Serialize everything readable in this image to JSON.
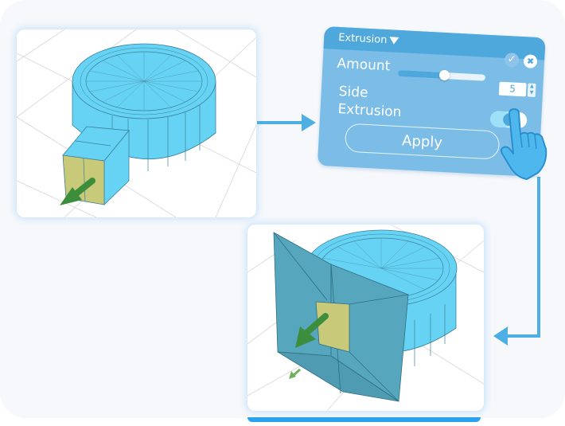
{
  "panel": {
    "title": "Extrusion",
    "dropdown_icon": "caret-down-icon",
    "confirm_icon": "check-icon",
    "close_icon": "close-icon",
    "amount_label": "Amount",
    "amount_value": "5",
    "amount_slider_percent": 52,
    "side_extrusion_label_line1": "Side",
    "side_extrusion_label_line2": "Extrusion",
    "side_extrusion_enabled": true,
    "apply_label": "Apply"
  },
  "viewports": [
    {
      "name": "before",
      "description": "Cylinder with rectangular extrusion, selected face highlighted yellow with green direction arrow"
    },
    {
      "name": "after",
      "description": "Cylinder with side extrusion producing a large flared face, selected face yellow with green arrow"
    }
  ],
  "colors": {
    "accent": "#4fa8dc",
    "panel_bg": "#7bbde6",
    "model": "#67d3f4",
    "model_dark": "#56a6bd",
    "selected_face": "#c9c97a",
    "arrow_green": "#3d8e3c",
    "flow_arrow": "#4eafe4"
  },
  "glyphs": {
    "check": "✓",
    "close": "✖",
    "step_up": "▲",
    "step_down": "▼"
  }
}
